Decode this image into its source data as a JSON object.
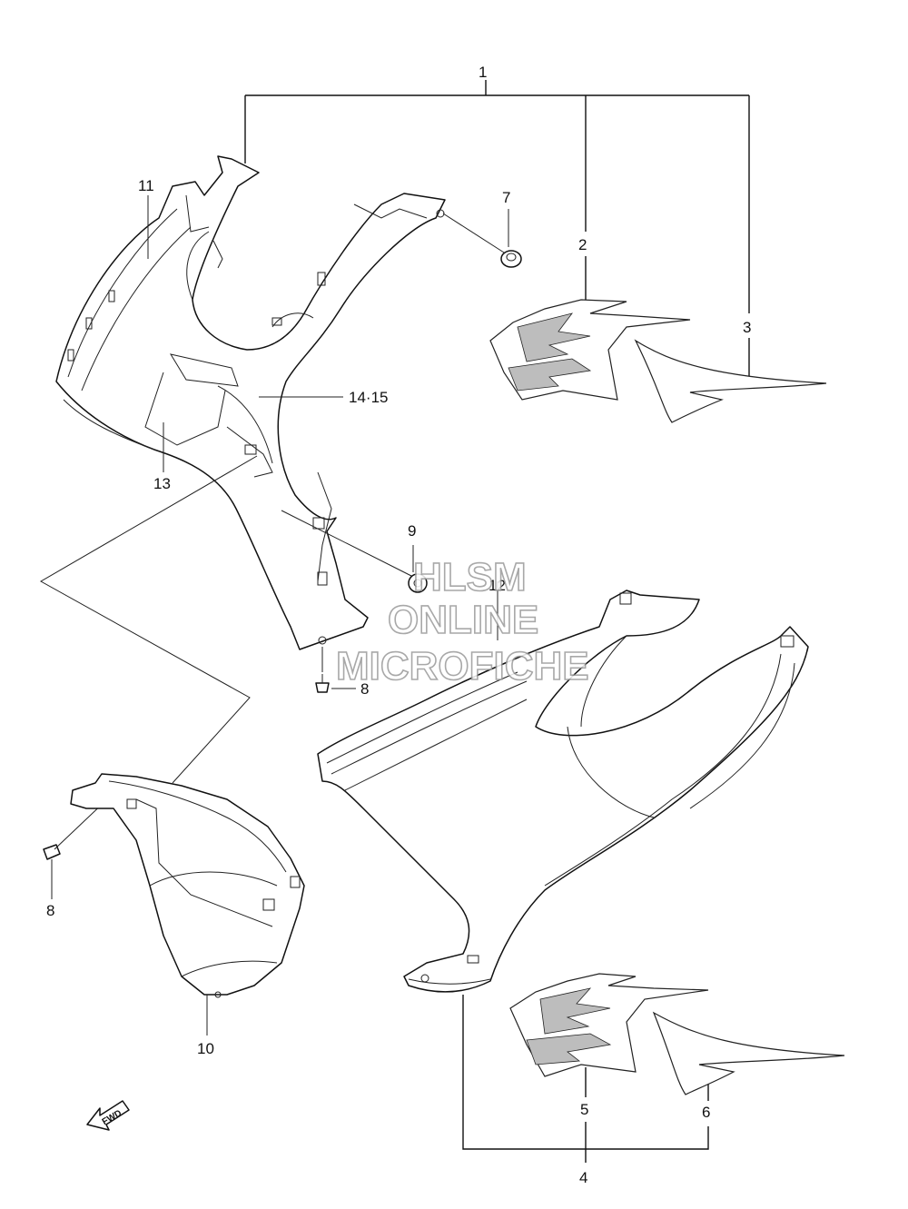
{
  "diagram": {
    "callouts": {
      "c1": "1",
      "c2": "2",
      "c3": "3",
      "c4": "4",
      "c5": "5",
      "c6": "6",
      "c7": "7",
      "c8a": "8",
      "c8b": "8",
      "c9": "9",
      "c10": "10",
      "c11": "11",
      "c12": "12",
      "c13": "13",
      "c1415": "14·15"
    },
    "watermark": {
      "line1": "HLSM",
      "line2": "ONLINE",
      "line3": "MICROFICHE"
    },
    "fwd_label": "FWD"
  }
}
